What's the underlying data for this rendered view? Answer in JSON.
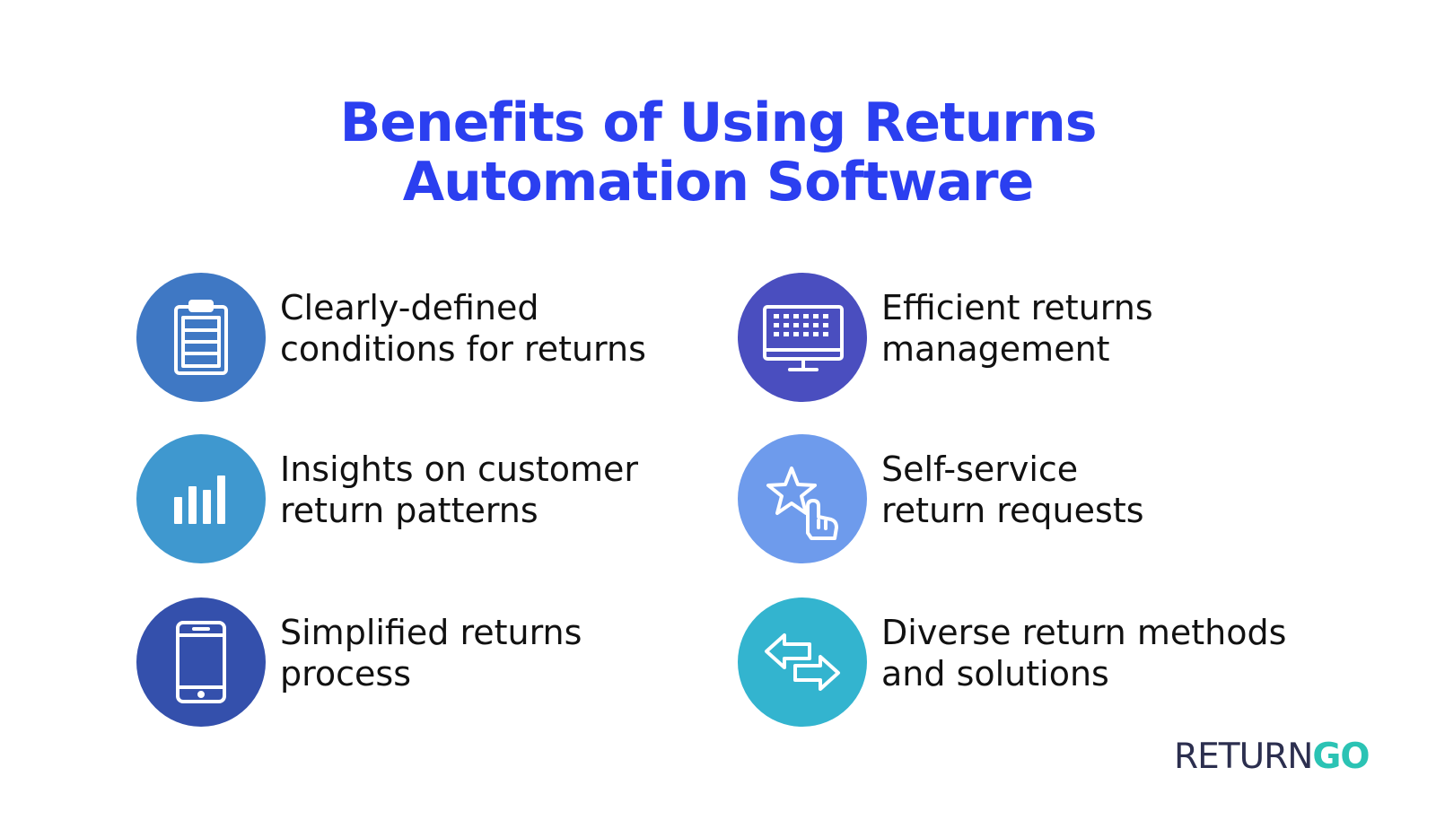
{
  "title": {
    "line1": "Benefits of Using Returns",
    "line2": "Automation Software"
  },
  "benefits": [
    {
      "line1": "Clearly-defined",
      "line2": "conditions for returns",
      "icon": "clipboard-icon",
      "color": "#3f78c4"
    },
    {
      "line1": "Efficient returns",
      "line2": "management",
      "icon": "monitor-icon",
      "color": "#4a4ebf"
    },
    {
      "line1": "Insights on customer",
      "line2": "return patterns",
      "icon": "bar-chart-icon",
      "color": "#3f98cf"
    },
    {
      "line1": "Self-service",
      "line2": "return requests",
      "icon": "star-hand-icon",
      "color": "#6e9bec"
    },
    {
      "line1": "Simplified returns",
      "line2": "process",
      "icon": "smartphone-icon",
      "color": "#3450ac"
    },
    {
      "line1": "Diverse return methods",
      "line2": "and solutions",
      "icon": "exchange-arrows-icon",
      "color": "#33b4cf"
    }
  ],
  "logo": {
    "part1": "RETURN",
    "part2": "GO"
  },
  "colors": {
    "title": "#2b3ff0",
    "logo_dark": "#2c2f4f",
    "logo_accent": "#2bc3b4"
  }
}
